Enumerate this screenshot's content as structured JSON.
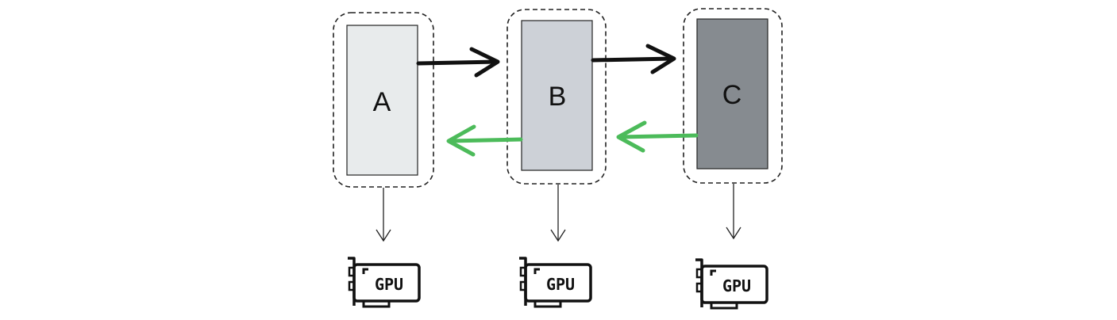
{
  "stages": [
    {
      "label": "A",
      "fill": "#e8ebec"
    },
    {
      "label": "B",
      "fill": "#cdd1d7"
    },
    {
      "label": "C",
      "fill": "#868b90"
    }
  ],
  "gpus": [
    {
      "label": "GPU",
      "icon": "gpu-card-icon"
    },
    {
      "label": "GPU",
      "icon": "gpu-card-icon"
    },
    {
      "label": "GPU",
      "icon": "gpu-card-icon"
    }
  ],
  "colors": {
    "forward_arrow": "#111111",
    "backward_arrow": "#4cbb5a",
    "stage_border": "#222222",
    "group_border": "#222222"
  }
}
